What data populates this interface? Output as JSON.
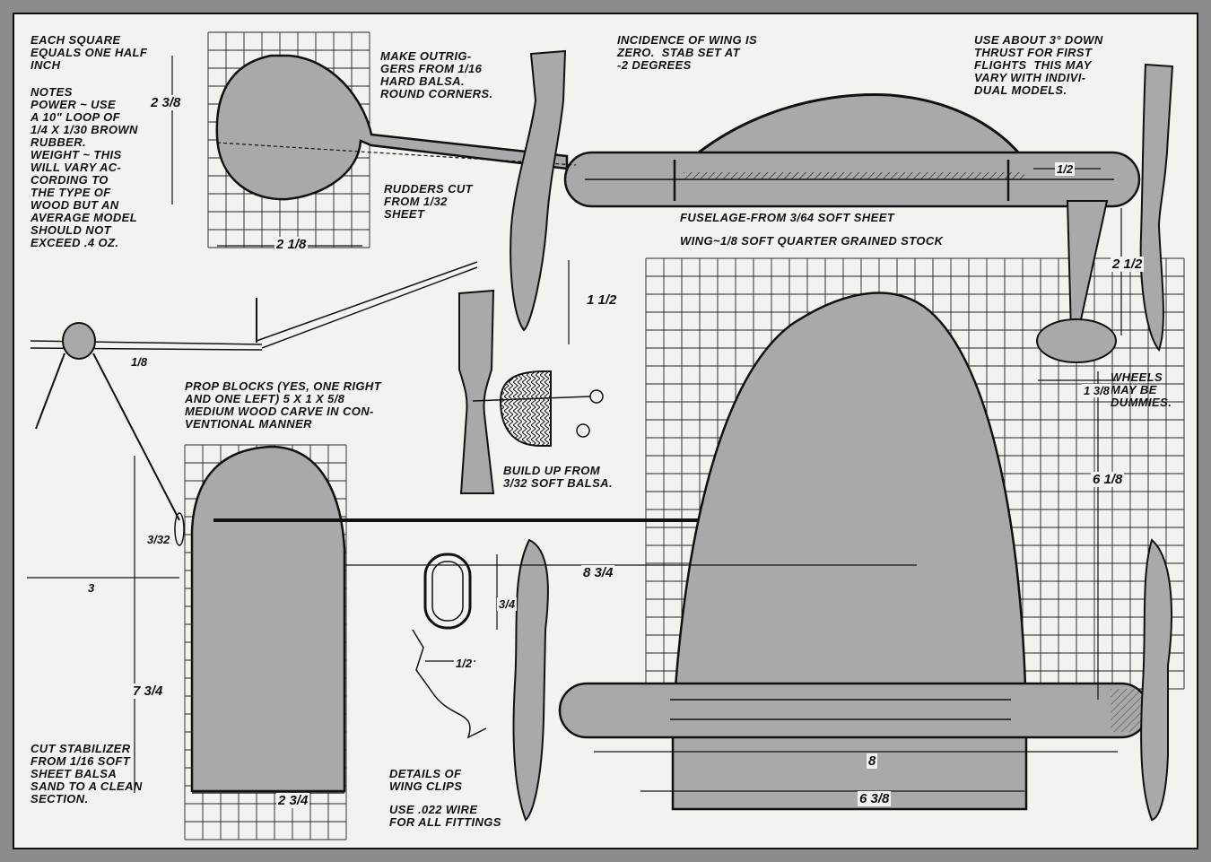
{
  "colors": {
    "paper": "#f2f2ef",
    "ink": "#111111",
    "part_fill": "#a9a9a9",
    "grid": "#222222",
    "frame": "#8c8c8c"
  },
  "notes": {
    "scale": "EACH SQUARE\nEQUALS ONE HALF\nINCH",
    "power_notes": "NOTES\nPOWER ~ USE\nA 10\" LOOP OF\n1/4 X 1/30 BROWN\nRUBBER.\nWEIGHT ~ THIS\nWILL VARY AC-\nCORDING TO\nTHE TYPE OF\nWOOD BUT AN\nAVERAGE MODEL\nSHOULD NOT\nEXCEED .4 OZ.",
    "outriggers": "MAKE OUTRIG-\nGERS FROM 1/16\nHARD BALSA.\nROUND CORNERS.",
    "incidence": "INCIDENCE OF WING IS\nZERO.  STAB SET AT\n-2 DEGREES",
    "downthrust": "USE ABOUT 3° DOWN\nTHRUST FOR FIRST\nFLIGHTS  THIS MAY\nVARY WITH INDIVI-\nDUAL MODELS.",
    "rudders": "RUDDERS CUT\nFROM 1/32\nSHEET",
    "fuselage": "FUSELAGE-FROM 3/64 SOFT SHEET",
    "wing": "WING~1/8 SOFT QUARTER GRAINED STOCK",
    "prop_blocks": "PROP BLOCKS (YES, ONE RIGHT\nAND ONE LEFT) 5 X 1 X 5/8\nMEDIUM WOOD CARVE IN CON-\nVENTIONAL MANNER",
    "build_up": "BUILD UP FROM\n3/32 SOFT BALSA.",
    "wheels": "WHEELS\nMAY BE\nDUMMIES.",
    "stabilizer": "CUT STABILIZER\nFROM 1/16 SOFT\nSHEET BALSA\nSAND TO A CLEAN\nSECTION.",
    "wing_clips": "DETAILS OF\nWING CLIPS",
    "wire": "USE .022 WIRE\nFOR ALL FITTINGS"
  },
  "dimensions": {
    "rudder_height": "2 3/8",
    "rudder_width": "2 1/8",
    "outrigger": "1/8",
    "prop_height": "1 1/2",
    "tail_gap": "1/2",
    "gear_height": "2 1/2",
    "wheel": "1 3/8",
    "wing_span": "6 1/8",
    "stab_edge": "3/32",
    "stab_chord": "3",
    "stab_span": "7 3/4",
    "stab_width": "2 3/4",
    "fuse_chord": "8 3/4",
    "clip_height": "3/4",
    "clip_width": "1/2",
    "fuse_length": "8",
    "wing_root": "6 3/8"
  }
}
